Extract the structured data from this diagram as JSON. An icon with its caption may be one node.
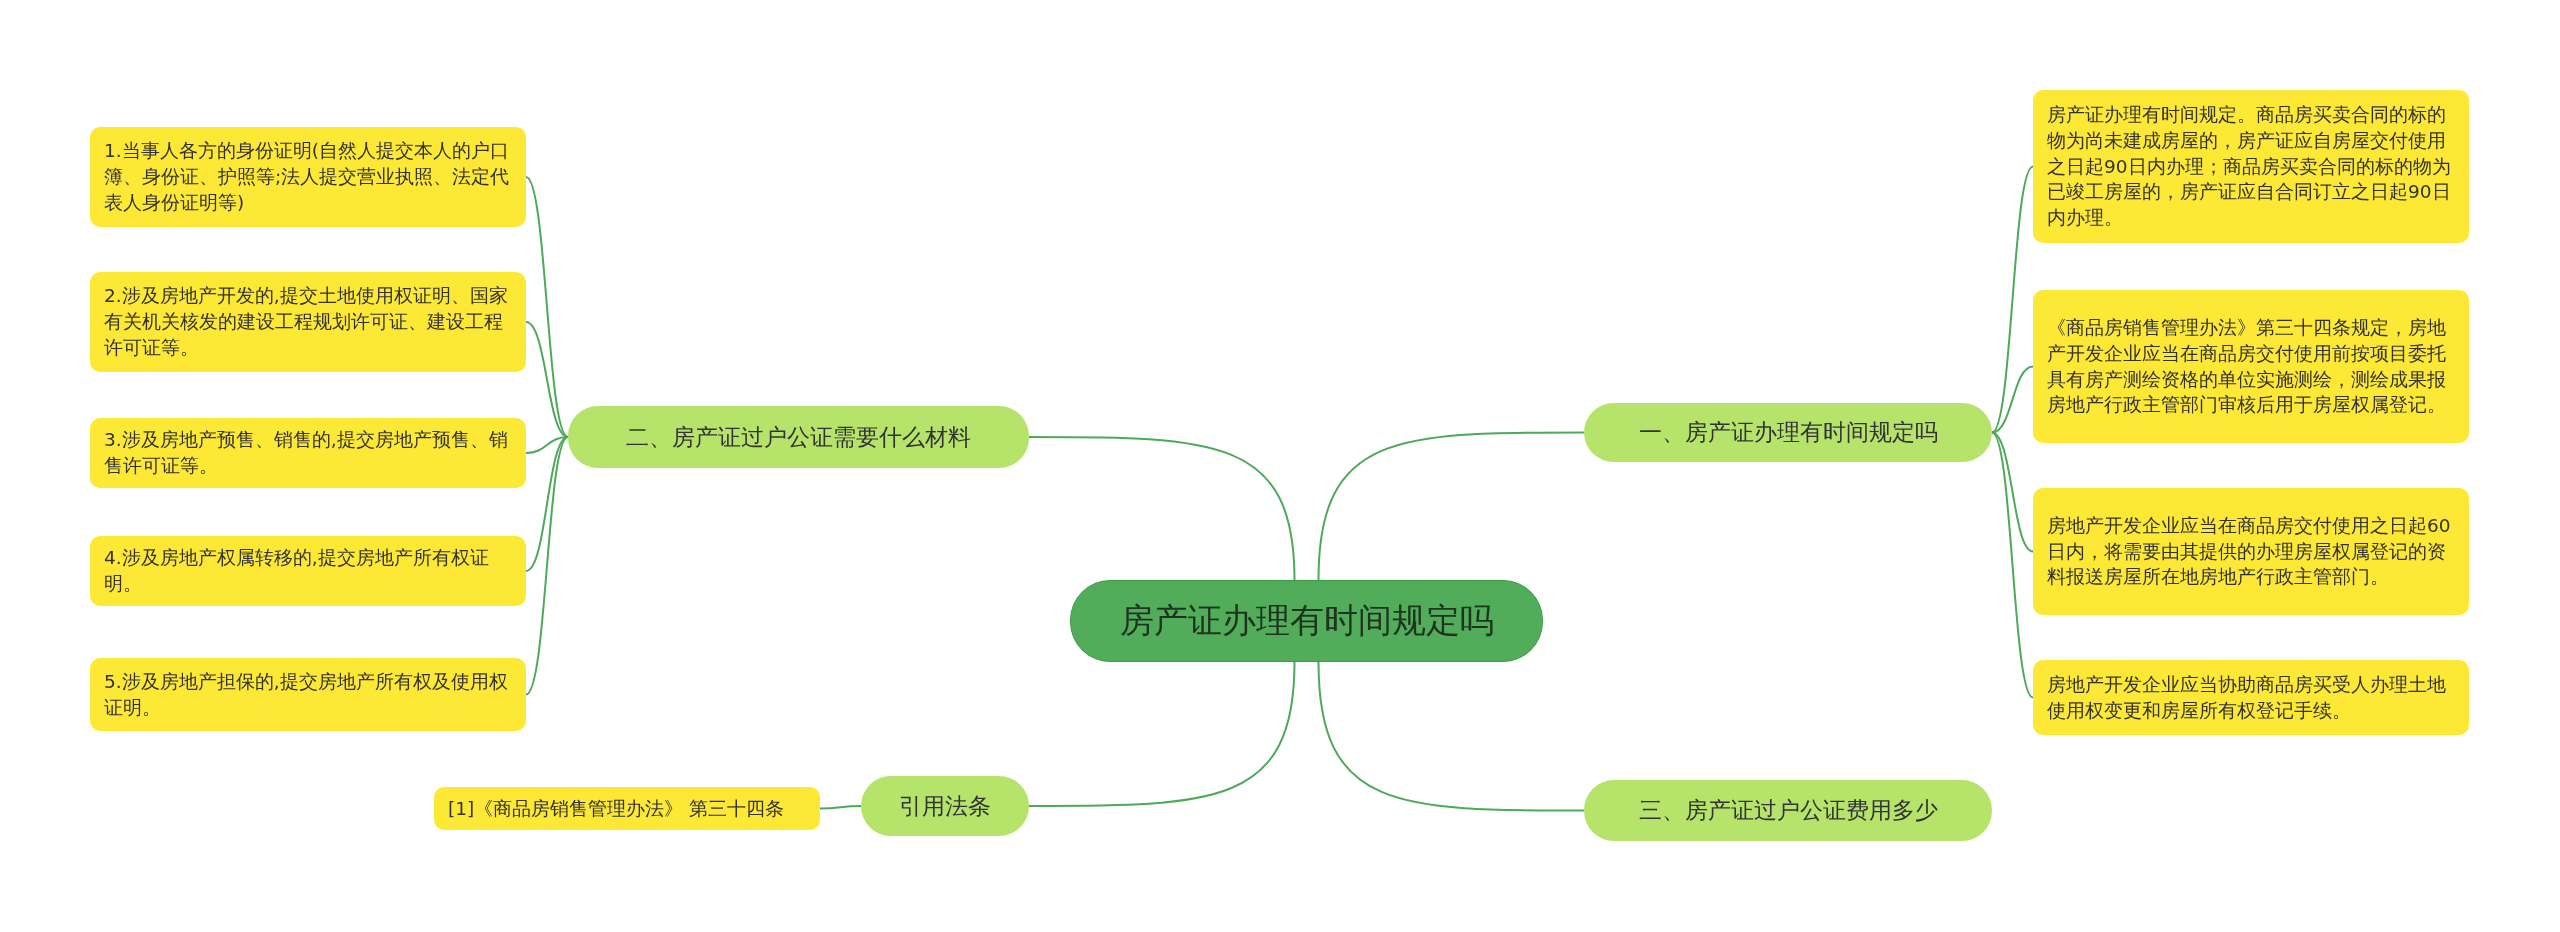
{
  "diagram": {
    "nodes": [
      {
        "text": [
          "房产证办理有时间规定吗"
        ]
      },
      {
        "text": [
          "一、房产证办理有时间规定吗"
        ]
      },
      {
        "text": [
          "房产证办理有时间规定。商品房买卖合同的标的物为尚未建成房屋的，房产证应自房屋交付使用之日起90日内办理；商品房买卖合同的标的物为已竣工房屋的，房产证应自合同订立之日起90日内办理。"
        ]
      },
      {
        "text": [
          "《商品房销售管理办法》第三十四条规定，房地产开发企业应当在商品房交付使用前按项目委托具有房产测绘资格的单位实施测绘，测绘成果报房地产行政主管部门审核后用于房屋权属登记。"
        ]
      },
      {
        "text": [
          "房地产开发企业应当在商品房交付使用之日起60日内，将需要由其提供的办理房屋权属登记的资料报送房屋所在地房地产行政主管部门。"
        ]
      },
      {
        "text": [
          "房地产开发企业应当协助商品房买受人办理土地使用权变更和房屋所有权登记手续。"
        ]
      },
      {
        "text": [
          "二、房产证过户公证需要什么材料"
        ]
      },
      {
        "text": [
          "1.当事人各方的身份证明(自然人提交本人的户口簿、身份证、护照等;法人提交营业执照、法定代表人身份证明等)"
        ]
      },
      {
        "text": [
          "2.涉及房地产开发的,提交土地使用权证明、国家有关机关核发的建设工程规划许可证、建设工程许可证等。"
        ]
      },
      {
        "text": [
          "3.涉及房地产预售、销售的,提交房地产预售、销售许可证等。"
        ]
      },
      {
        "text": [
          "4.涉及房地产权属转移的,提交房地产所有权证明。"
        ]
      },
      {
        "text": [
          "5.涉及房地产担保的,提交房地产所有权及使用权证明。"
        ]
      },
      {
        "text": [
          "三、房产证过户公证费用多少"
        ]
      },
      {
        "text": [
          "引用法条"
        ]
      },
      {
        "text": [
          "[1]《商品房销售管理办法》 第三十四条"
        ]
      }
    ],
    "edges": [
      {
        "from": 0,
        "to": 1,
        "arrow": "none"
      },
      {
        "from": 1,
        "to": 2,
        "arrow": "none"
      },
      {
        "from": 1,
        "to": 3,
        "arrow": "none"
      },
      {
        "from": 1,
        "to": 4,
        "arrow": "none"
      },
      {
        "from": 1,
        "to": 5,
        "arrow": "none"
      },
      {
        "from": 0,
        "to": 6,
        "arrow": "none"
      },
      {
        "from": 6,
        "to": 7,
        "arrow": "none"
      },
      {
        "from": 6,
        "to": 8,
        "arrow": "none"
      },
      {
        "from": 6,
        "to": 9,
        "arrow": "none"
      },
      {
        "from": 6,
        "to": 10,
        "arrow": "none"
      },
      {
        "from": 6,
        "to": 11,
        "arrow": "none"
      },
      {
        "from": 0,
        "to": 12,
        "arrow": "none"
      },
      {
        "from": 0,
        "to": 13,
        "arrow": "none"
      },
      {
        "from": 13,
        "to": 14,
        "arrow": "none"
      }
    ]
  }
}
